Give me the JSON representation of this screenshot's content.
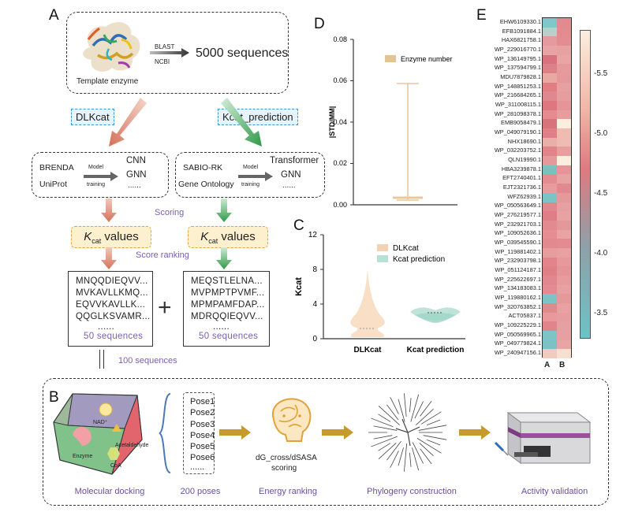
{
  "panelA": {
    "letter": "A",
    "template_label": "Template enzyme",
    "blast": "BLAST",
    "ncbi": "NCBI",
    "sequences_count": "5000 sequences",
    "left_method": "DLKcat",
    "right_method": "Kcat_prediction",
    "left_db1": "BRENDA",
    "left_db2": "UniProt",
    "left_model": "Model",
    "left_training": "training",
    "left_m1": "CNN",
    "left_m2": "GNN",
    "left_m3": "......",
    "right_db1": "SABIO-RK",
    "right_db2": "Gene Ontology",
    "right_model": "Model",
    "right_training": "training",
    "right_m1": "Transformer",
    "right_m2": "GNN",
    "right_m3": "......",
    "scoring": "Scoring",
    "kcat_k": "K",
    "kcat_sub": "cat",
    "kcat_values": " values",
    "score_ranking": "Score ranking",
    "left_seqs": [
      "MNQQDIEQVV...",
      "MVKAVLLKMQ...",
      "EQVVKAVLLK...",
      "QQGLKSVAMR...",
      "......"
    ],
    "left_count": "50 sequences",
    "right_seqs": [
      "MEQSTLELNA...",
      "MVPMPTPVMF...",
      "MPMPAMFDAP...",
      "MDRQQIEQVV...",
      "......"
    ],
    "right_count": "50 sequences",
    "plus": "+",
    "total": "100 sequences"
  },
  "panelD": {
    "letter": "D",
    "ylabel": "|STD/MM|",
    "legend": "Enzyme number",
    "yticks": [
      "0.00",
      "0.02",
      "0.04",
      "0.06",
      "0.08"
    ]
  },
  "panelC": {
    "letter": "C",
    "ylabel": "Kcat",
    "yticks": [
      "0",
      "4",
      "8",
      "12"
    ],
    "xticks": [
      "DLKcat",
      "Kcat prediction"
    ],
    "legend": [
      "DLKcat",
      "Kcat prediction"
    ]
  },
  "panelE": {
    "letter": "E",
    "rows": [
      "EHW6109330.1",
      "EFB1091884.1",
      "HAX6821758.1",
      "WP_229016770.1",
      "WP_136149795.1",
      "WP_137594799.1",
      "MDU7879828.1",
      "WP_148851253.1",
      "WP_216684265.1",
      "WP_311008115.1",
      "WP_281098378.1",
      "EMB9058479.1",
      "WP_049079190.1",
      "NHX18690.1",
      "WP_032203752.1",
      "QLN19990.1",
      "HBA3239878.1",
      "EFT2740401.1",
      "EJT2321736.1",
      "WFZ62939.1",
      "WP_050563649.1",
      "WP_276219577.1",
      "WP_232921703.1",
      "WP_109052636.1",
      "WP_039545590.1",
      "WP_119881402.1",
      "WP_232903798.1",
      "WP_051124187.1",
      "WP_225622697.1",
      "WP_134183083.1",
      "WP_119880162.1",
      "WP_320763852.1",
      "ACT05837.1",
      "WP_109225229.1",
      "WP_050569965.1",
      "WP_049779824.1",
      "WP_240947156.1"
    ],
    "columns": [
      "A",
      "B"
    ],
    "colorbar_ticks": [
      "-5.5",
      "-5.0",
      "-4.5",
      "-4.0",
      "-3.5"
    ]
  },
  "panelB": {
    "letter": "B",
    "nad": "NAD⁺",
    "acetaldehyde": "Acetaldehyde",
    "enzyme": "Enzyme",
    "coa": "CoA",
    "poses": [
      "Pose1",
      "Pose2",
      "Pose3",
      "Pose4",
      "Pose5",
      "Pose6",
      "......"
    ],
    "scoring_text1": "dG_cross/dSASA",
    "scoring_text2": "scoring",
    "captions": [
      "Molecular docking",
      "200 poses",
      "Energy ranking",
      "Phylogeny construction",
      "Activity validation"
    ]
  }
}
